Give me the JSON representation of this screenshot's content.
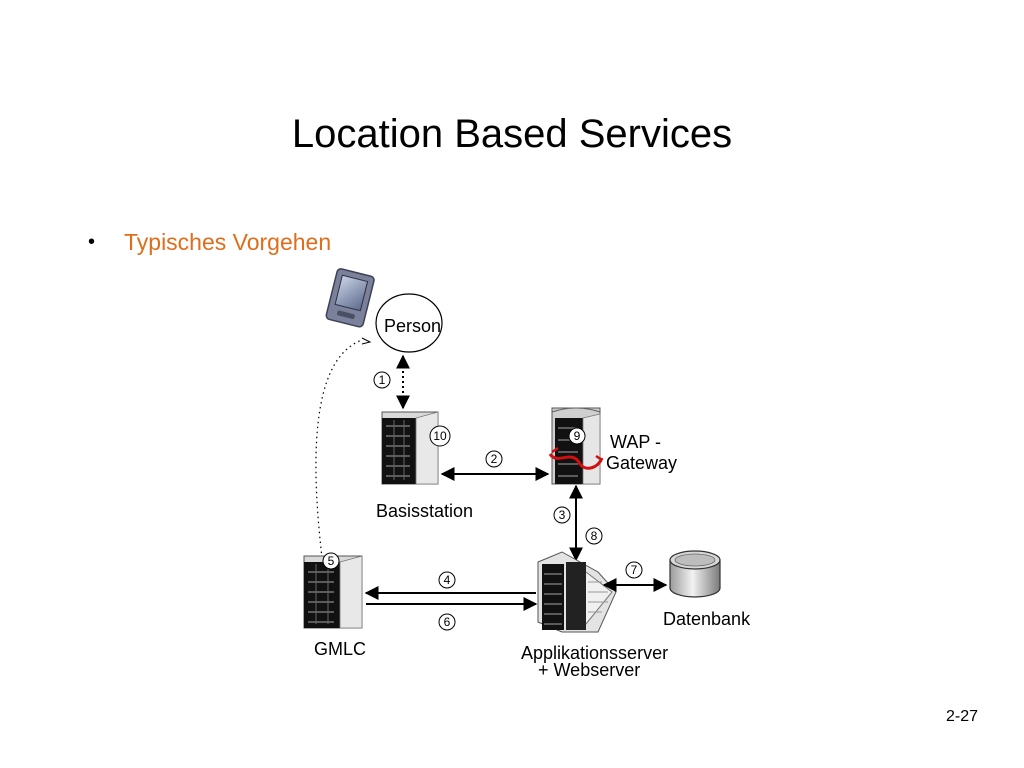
{
  "slide": {
    "title": "Location Based Services",
    "bullet": "Typisches Vorgehen",
    "page_number": "2-27",
    "accent_color": "#e06d1c"
  },
  "diagram": {
    "nodes": {
      "person": "Person",
      "basisstation": "Basisstation",
      "wap_gateway_line1": "WAP -",
      "wap_gateway_line2": "Gateway",
      "gmlc": "GMLC",
      "applikationsserver_line1": "Applikationsserver",
      "applikationsserver_line2": "+ Webserver",
      "datenbank": "Datenbank"
    },
    "steps": [
      "1",
      "2",
      "3",
      "4",
      "5",
      "6",
      "7",
      "8",
      "9",
      "10"
    ],
    "icons": {
      "handheld": "pda-icon",
      "server": "server-icon",
      "database": "database-icon"
    }
  }
}
